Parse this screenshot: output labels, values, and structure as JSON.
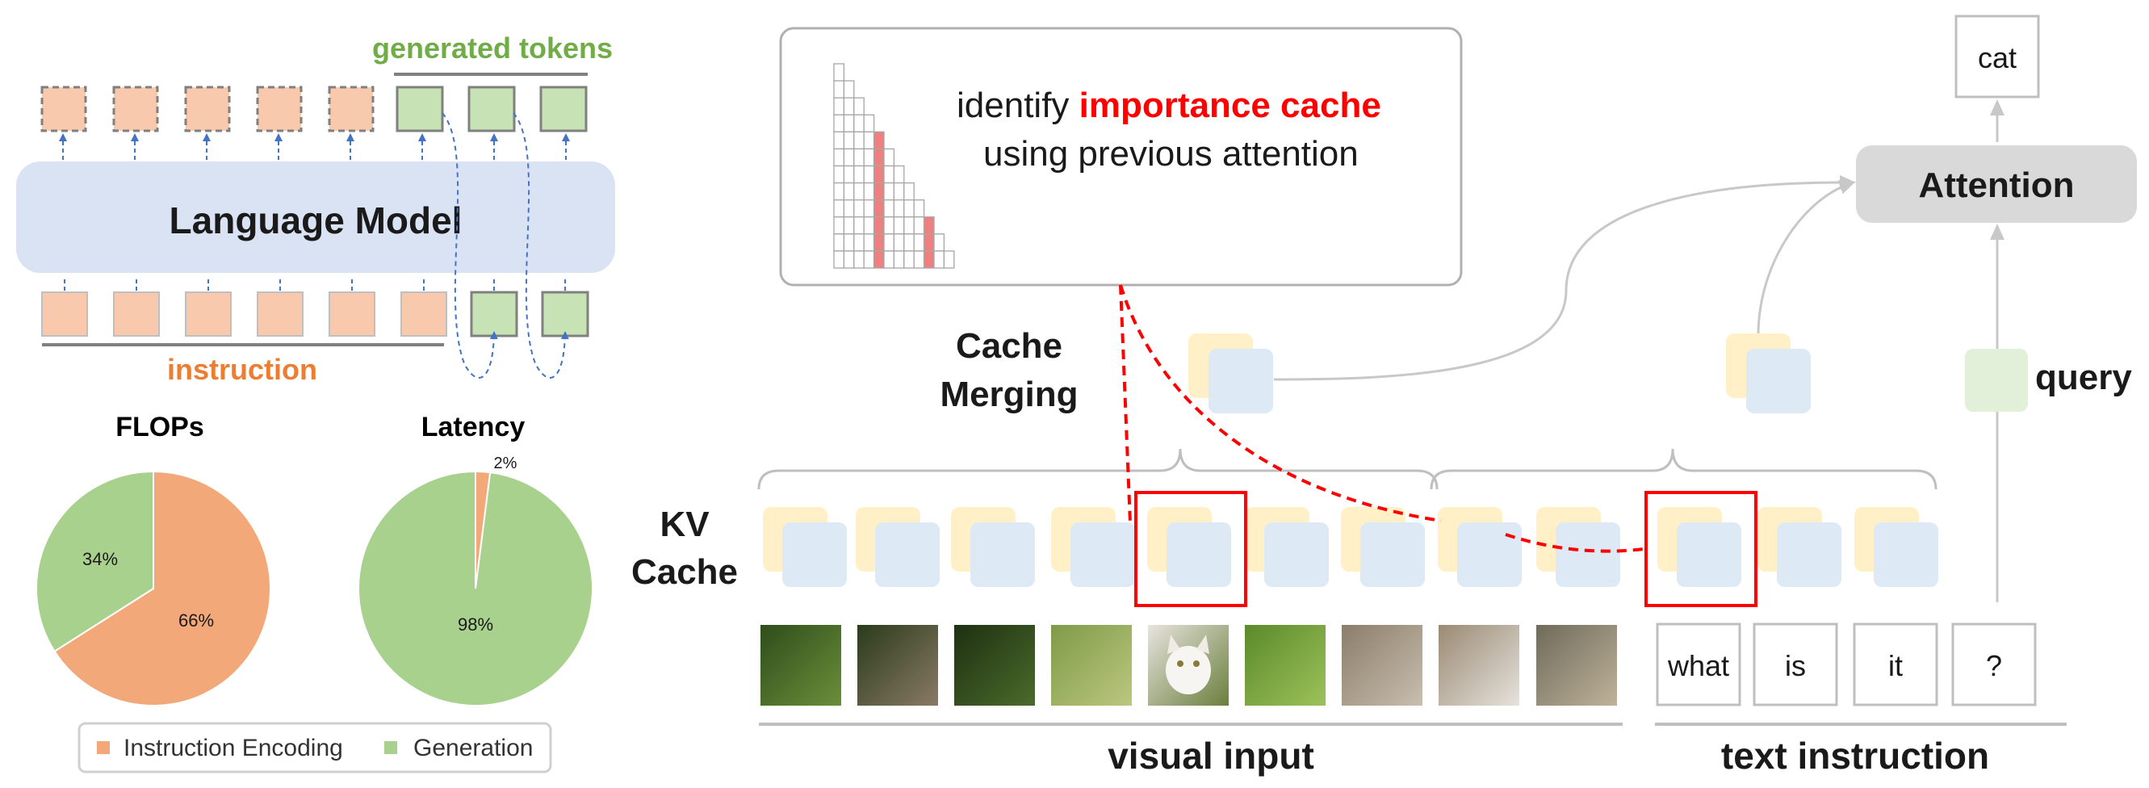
{
  "colors": {
    "instruction": "#f3a87a",
    "instruction_light": "#f9c9ae",
    "generation": "#a9d18e",
    "generation_light": "#c7e3b5",
    "model_box": "#dae3f3",
    "attention_box": "#d9d9d9",
    "value_cache": "#dde9f5",
    "key_cache": "#fff0c7",
    "highlight": "#ff0000",
    "gray": "#bfbfbf",
    "arrow_blue": "#4472c4",
    "attention_cell": "#f08080"
  },
  "left": {
    "generated_tokens_label": "generated tokens",
    "language_model_label": "Language Model",
    "instruction_label": "instruction",
    "flops_title": "FLOPs",
    "latency_title": "Latency",
    "legend": {
      "instruction_encoding": "Instruction Encoding",
      "generation": "Generation"
    }
  },
  "right": {
    "importance_prefix": "identify ",
    "importance_highlight": "importance cache",
    "importance_line2": "using previous attention",
    "cache_merging_line1": "Cache",
    "cache_merging_line2": "Merging",
    "kv_line1": "KV",
    "kv_line2": "Cache",
    "attention_label": "Attention",
    "output_token": "cat",
    "query_label": "query",
    "visual_input_label": "visual input",
    "text_instruction_label": "text instruction",
    "text_tokens": [
      "what",
      "is",
      "it",
      "?"
    ],
    "visual_patches": [
      "patch-1",
      "patch-2",
      "patch-3",
      "patch-4",
      "patch-5",
      "patch-6",
      "patch-7",
      "patch-8",
      "patch-9"
    ],
    "attention_map": {
      "size": 12,
      "highlight_columns": [
        4,
        9
      ],
      "highlight_row_start": [
        4,
        9
      ]
    }
  },
  "chart_data": [
    {
      "type": "pie",
      "title": "FLOPs",
      "categories": [
        "Instruction Encoding",
        "Generation"
      ],
      "values": [
        66,
        34
      ],
      "labels": [
        "66%",
        "34%"
      ],
      "colors": [
        "#f3a87a",
        "#a9d18e"
      ],
      "legend_position": "bottom"
    },
    {
      "type": "pie",
      "title": "Latency",
      "categories": [
        "Instruction Encoding",
        "Generation"
      ],
      "values": [
        2,
        98
      ],
      "labels": [
        "2%",
        "98%"
      ],
      "colors": [
        "#f3a87a",
        "#a9d18e"
      ],
      "legend_position": "bottom"
    }
  ]
}
